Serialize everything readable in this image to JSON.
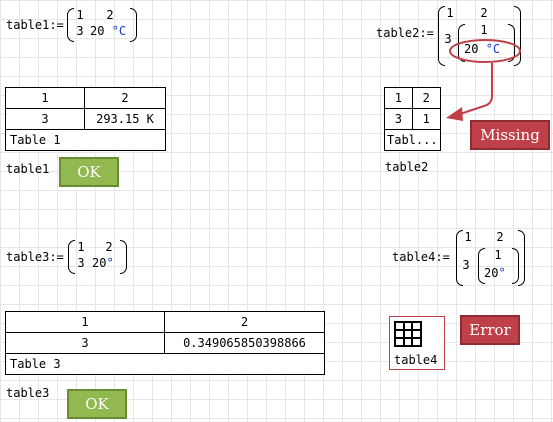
{
  "table1": {
    "def_label": "table1:=",
    "matrix": {
      "r1c1": "1",
      "r1c2": "2",
      "r2c1": "3",
      "r2c2_num": "20",
      "r2c2_unit": "°C"
    },
    "result": {
      "h1": "1",
      "h2": "2",
      "v1": "3",
      "v2": "293.15 K",
      "caption": "Table 1"
    },
    "name": "table1",
    "status": "OK"
  },
  "table2": {
    "def_label": "table2:=",
    "matrix": {
      "r1c1": "1",
      "r1c2": "2",
      "r2c1": "3",
      "nested_top": "1",
      "nested_num": "20",
      "nested_unit": "°C"
    },
    "result": {
      "h1": "1",
      "h2": "2",
      "v1": "3",
      "v2": "1",
      "caption": "Tabl..."
    },
    "name": "table2",
    "status": "Missing"
  },
  "table3": {
    "def_label": "table3:=",
    "matrix": {
      "r1c1": "1",
      "r1c2": "2",
      "r2c1": "3",
      "r2c2_num": "20",
      "r2c2_unit": "°"
    },
    "result": {
      "h1": "1",
      "h2": "2",
      "v1": "3",
      "v2": "0.349065850398866",
      "caption": "Table 3"
    },
    "name": "table3",
    "status": "OK"
  },
  "table4": {
    "def_label": "table4:=",
    "matrix": {
      "r1c1": "1",
      "r1c2": "2",
      "r2c1": "3",
      "nested_top": "1",
      "nested_num": "20",
      "nested_unit": "°"
    },
    "icon": "table-grid-icon",
    "name": "table4",
    "status": "Error"
  },
  "colors": {
    "ok_green": "#92b94f",
    "error_red": "#c0404a",
    "highlight_oval": "#c0404a",
    "unit_blue": "#1a3cc8"
  }
}
